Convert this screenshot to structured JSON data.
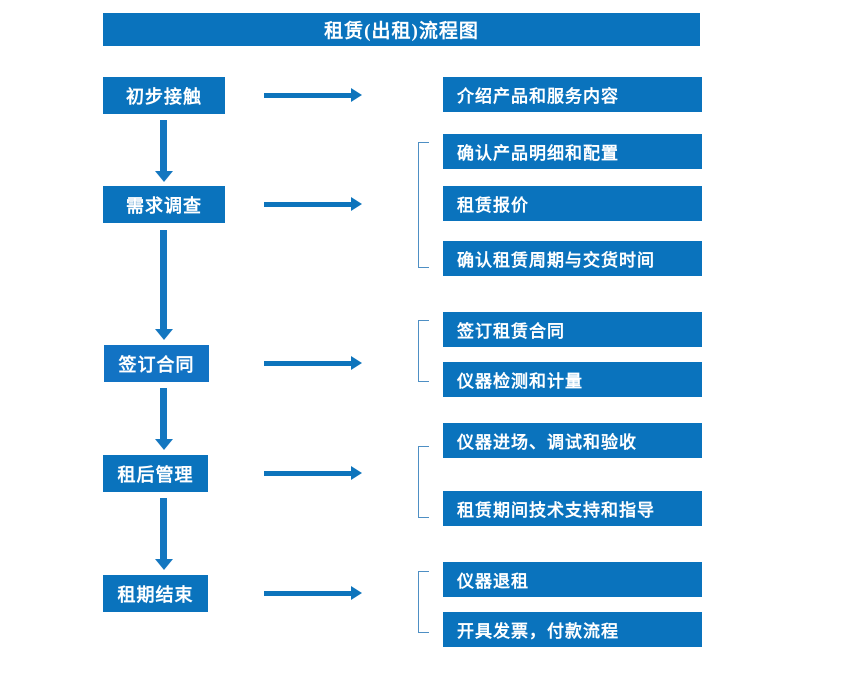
{
  "chart_title": "租赁(出租)流程图",
  "theme": {
    "box_blue": "#0a73bd",
    "box_blue_alt": "#1273c4",
    "arrow_blue": "#0d74bc",
    "bracket_blue": "#4e8fc4",
    "text_color": "#ffffff",
    "background": "#ffffff"
  },
  "title": {
    "label": "租赁(出租)流程图"
  },
  "stages": [
    {
      "id": "stage-1",
      "label": "初步接触"
    },
    {
      "id": "stage-2",
      "label": "需求调查"
    },
    {
      "id": "stage-3",
      "label": "签订合同"
    },
    {
      "id": "stage-4",
      "label": "租后管理"
    },
    {
      "id": "stage-5",
      "label": "租期结束"
    }
  ],
  "details": [
    {
      "id": "detail-1-1",
      "label": "介绍产品和服务内容"
    },
    {
      "id": "detail-2-1",
      "label": "确认产品明细和配置"
    },
    {
      "id": "detail-2-2",
      "label": "租赁报价"
    },
    {
      "id": "detail-2-3",
      "label": "确认租赁周期与交货时间"
    },
    {
      "id": "detail-3-1",
      "label": "签订租赁合同"
    },
    {
      "id": "detail-3-2",
      "label": "仪器检测和计量"
    },
    {
      "id": "detail-4-1",
      "label": "仪器进场、调试和验收"
    },
    {
      "id": "detail-4-2",
      "label": "租赁期间技术支持和指导"
    },
    {
      "id": "detail-5-1",
      "label": "仪器退租"
    },
    {
      "id": "detail-5-2",
      "label": "开具发票，付款流程"
    }
  ],
  "connectors": {
    "horizontal_arrow_name": "right-arrow-icon",
    "vertical_arrow_name": "down-arrow-icon",
    "bracket_name": "group-bracket"
  }
}
